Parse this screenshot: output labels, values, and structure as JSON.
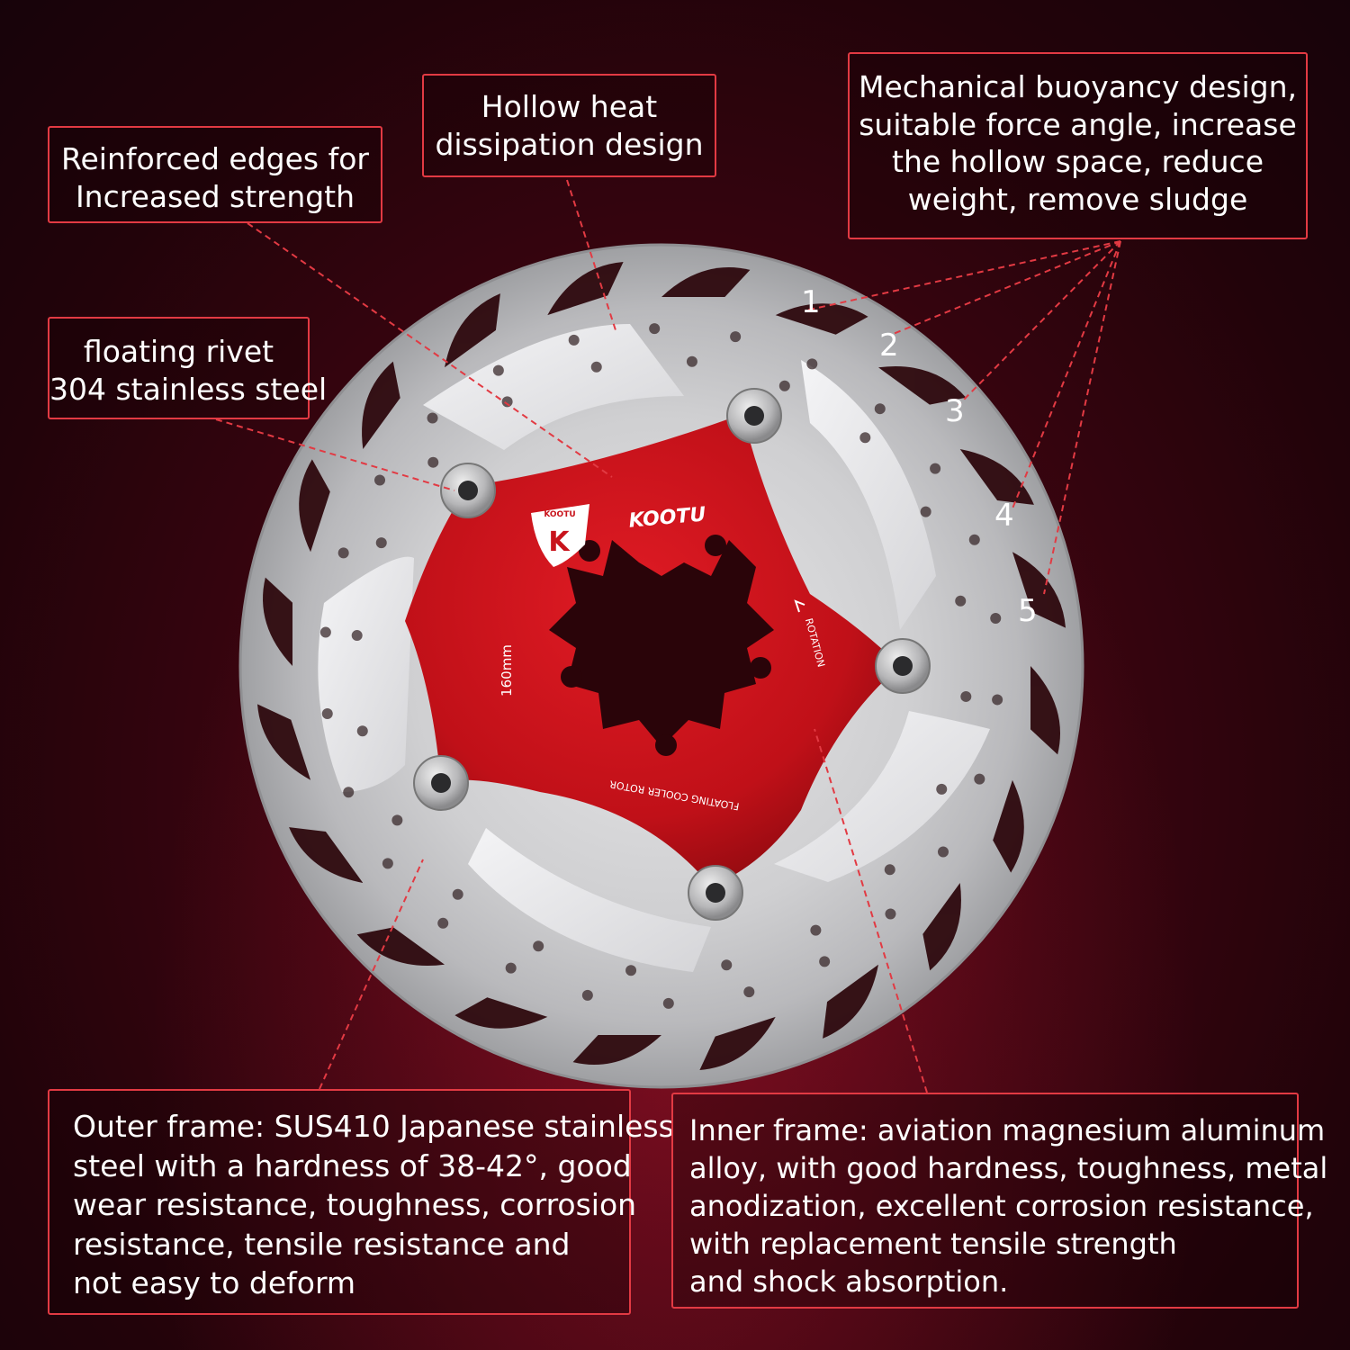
{
  "callouts": {
    "reinforced": [
      "Reinforced edges for",
      "Increased strength"
    ],
    "hollow": [
      "Hollow heat",
      "dissipation design"
    ],
    "buoyancy": [
      "Mechanical buoyancy design,",
      "suitable force angle, increase",
      "the hollow space, reduce",
      "weight, remove sludge"
    ],
    "rivet": [
      "floating rivet",
      "304 stainless steel"
    ],
    "outer": [
      "Outer frame: SUS410 Japanese stainless",
      "steel with a hardness of 38-42°, good",
      "wear resistance, toughness, corrosion",
      "resistance, tensile resistance and",
      "not easy to deform"
    ],
    "inner": [
      "Inner frame: aviation magnesium aluminum",
      "alloy, with good hardness, toughness, metal",
      "anodization, excellent corrosion resistance,",
      "with replacement tensile strength",
      "and shock absorption."
    ]
  },
  "markers": [
    "1",
    "2",
    "3",
    "4",
    "5"
  ],
  "rotor": {
    "brand": "KOOTU",
    "logo_letter": "K",
    "logo_arc_text": "KOOTU",
    "size_label": "160mm",
    "rotation_label": "ROTATION",
    "model_label": "FLOATING COOLER ROTOR"
  },
  "colors": {
    "accent_border": "#e23a43",
    "spider_red": "#c8141c",
    "steel": "#c9c9cb"
  }
}
